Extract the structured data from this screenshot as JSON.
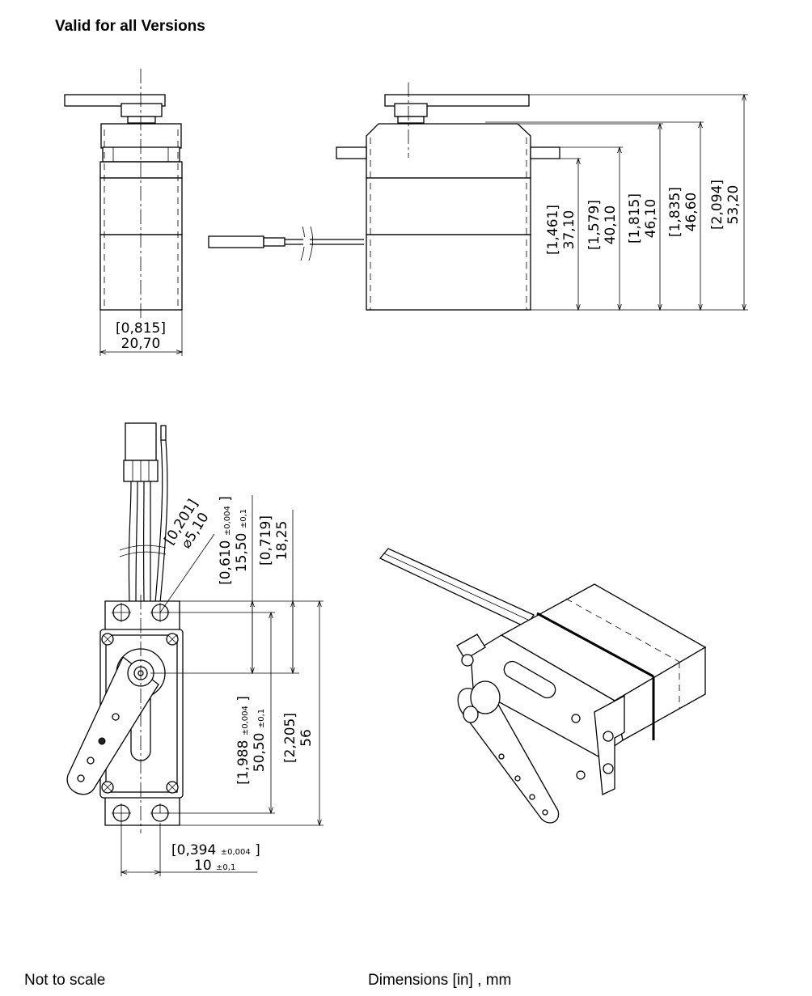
{
  "heading": "Valid for all Versions",
  "footer": {
    "scale_note": "Not to scale",
    "units_note": "Dimensions [in] , mm"
  },
  "views": {
    "front": {
      "width": {
        "in": "[0,815]",
        "mm": "20,70"
      }
    },
    "side": {
      "heights": [
        {
          "in": "[1,461]",
          "mm": "37,10"
        },
        {
          "in": "[1,579]",
          "mm": "40,10"
        },
        {
          "in": "[1,815]",
          "mm": "46,10"
        },
        {
          "in": "[1,835]",
          "mm": "46,60"
        },
        {
          "in": "[2,094]",
          "mm": "53,20"
        }
      ]
    },
    "top": {
      "hole": {
        "in": "[0,201]",
        "mm": "⌀5,10"
      },
      "shaft_offset": {
        "in": "[0,610",
        "in_tol": "±0,004",
        "in_close": "]",
        "mm": "15,50",
        "mm_tol": "±0,1"
      },
      "flange_offset": {
        "in": "[0,719]",
        "mm": "18,25"
      },
      "hole_pitch": {
        "in": "[1,988",
        "in_tol": "±0,004",
        "in_close": "]",
        "mm": "50,50",
        "mm_tol": "±0,1"
      },
      "total_length": {
        "in": "[2,205]",
        "mm": "56"
      },
      "hole_spacing": {
        "in": "[0,394",
        "in_tol": "±0,004",
        "in_close": "]",
        "mm": "10",
        "mm_tol": "±0,1"
      }
    }
  }
}
